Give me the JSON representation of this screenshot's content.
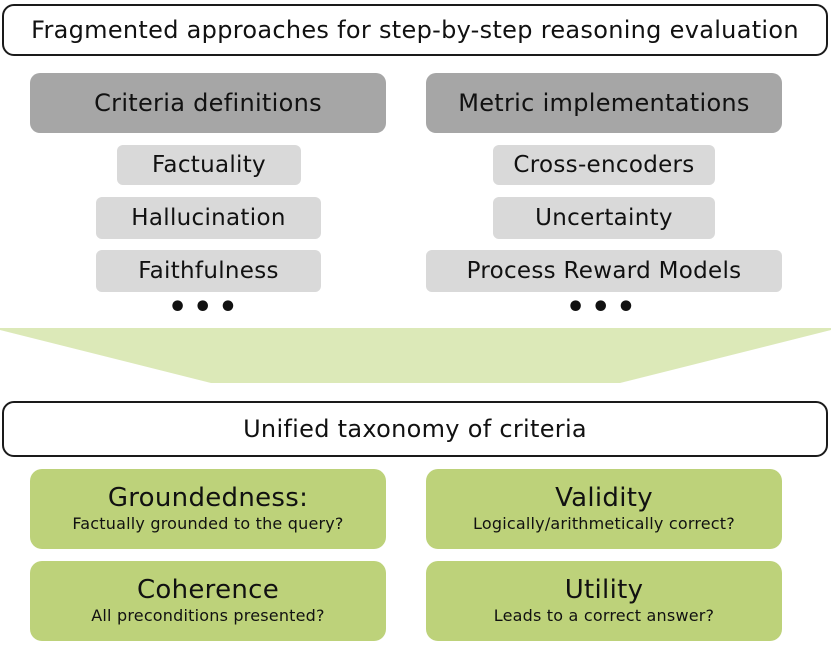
{
  "top_banner": "Fragmented approaches for step-by-step reasoning evaluation",
  "left_column": {
    "header": "Criteria definitions",
    "items": [
      "Factuality",
      "Hallucination",
      "Faithfulness"
    ],
    "ellipsis": "•••"
  },
  "right_column": {
    "header": "Metric implementations",
    "items": [
      "Cross-encoders",
      "Uncertainty",
      "Process Reward Models"
    ],
    "ellipsis": "•••"
  },
  "taxonomy_banner": "Unified taxonomy of criteria",
  "criteria": [
    {
      "title": "Groundedness:",
      "question": "Factually grounded to the query?"
    },
    {
      "title": "Validity",
      "question": "Logically/arithmetically correct?"
    },
    {
      "title": "Coherence",
      "question": "All preconditions presented?"
    },
    {
      "title": "Utility",
      "question": "Leads to a correct answer?"
    }
  ],
  "colors": {
    "header_gray": "#a6a6a6",
    "pill_gray": "#d9d9d9",
    "funnel_green": "#dce9b8",
    "criteria_green": "#bdd27a"
  }
}
